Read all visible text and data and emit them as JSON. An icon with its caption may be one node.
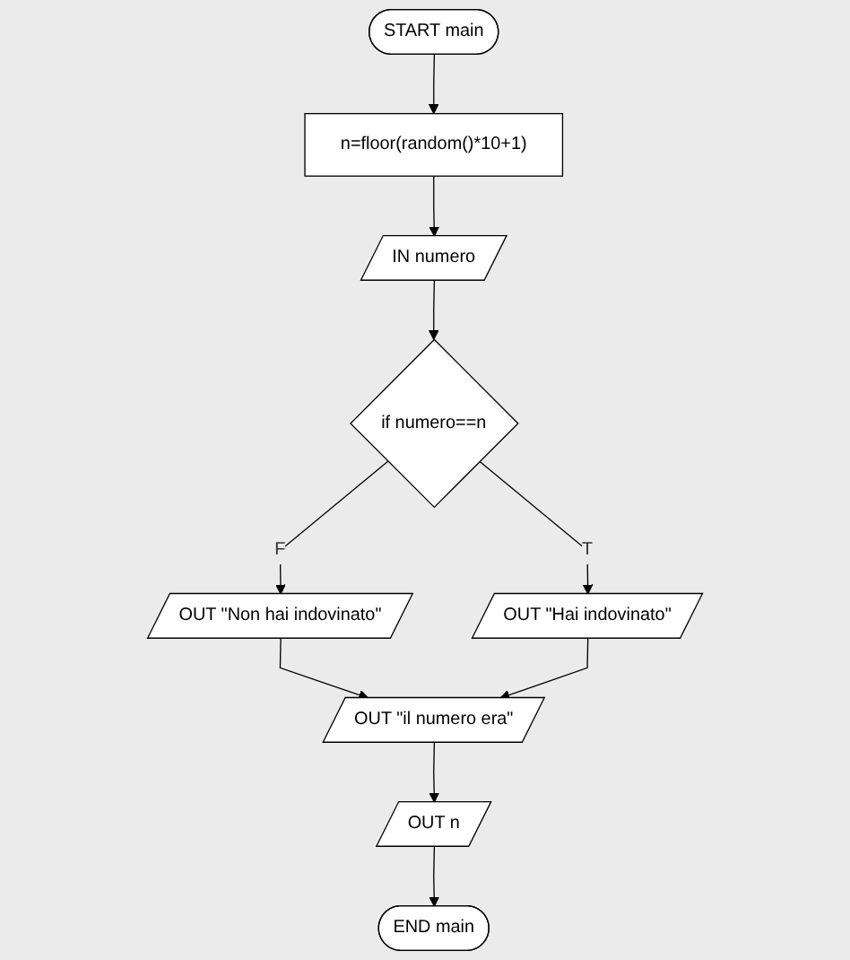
{
  "diagram": {
    "nodes": [
      {
        "text": [
          "START main"
        ]
      },
      {
        "text": [
          "n=floor(random()*10+1)"
        ]
      },
      {
        "text": [
          "IN numero"
        ]
      },
      {
        "text": [
          "if numero==n"
        ]
      },
      {
        "text": [
          "OUT \"Non hai indovinato\""
        ]
      },
      {
        "text": [
          "OUT \"Hai indovinato\""
        ]
      },
      {
        "text": [
          "OUT \"il numero era\""
        ]
      },
      {
        "text": [
          "OUT n"
        ]
      },
      {
        "text": [
          "END main"
        ]
      }
    ],
    "edges": [
      {
        "from": 0,
        "to": 1,
        "arrow": "to"
      },
      {
        "from": 1,
        "to": 2,
        "arrow": "to"
      },
      {
        "from": 2,
        "to": 3,
        "arrow": "to"
      },
      {
        "from": 3,
        "to": 4,
        "arrow": "to",
        "label": "F"
      },
      {
        "from": 3,
        "to": 5,
        "arrow": "to",
        "label": "T"
      },
      {
        "from": 4,
        "to": 6,
        "arrow": "to"
      },
      {
        "from": 5,
        "to": 6,
        "arrow": "to"
      },
      {
        "from": 6,
        "to": 7,
        "arrow": "to"
      },
      {
        "from": 7,
        "to": 8,
        "arrow": "to"
      }
    ]
  }
}
